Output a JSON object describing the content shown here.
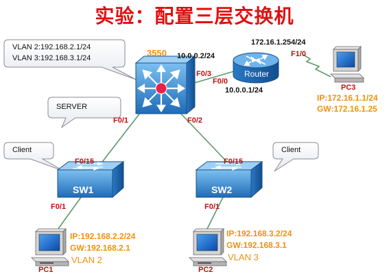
{
  "title": "实验：配置三层交换机",
  "core_switch": {
    "model": "3550",
    "mgmt_ip": "10.0.0.2/24",
    "callout_vlans": [
      "VLAN 2:192.168.2.1/24",
      "VLAN 3:192.168.3.1/24"
    ],
    "callout_role": "SERVER"
  },
  "router": {
    "label": "Router",
    "wan_ip": "172.16.1.254/24",
    "lan_ip": "10.0.0.1/24"
  },
  "ports": {
    "core_f03": "F0/3",
    "core_f01": "F0/1",
    "core_f02": "F0/2",
    "router_f00": "F0/0",
    "router_f10": "F1/0",
    "sw1_f015": "F0/15",
    "sw1_f01": "F0/1",
    "sw2_f015": "F0/15",
    "sw2_f01": "F0/1"
  },
  "sw1": {
    "label": "SW1",
    "callout": "Client"
  },
  "sw2": {
    "label": "SW2",
    "callout": "Client"
  },
  "pc1": {
    "label": "PC1",
    "ip": "IP:192.168.2.2/24",
    "gw": "GW:192.168.2.1",
    "vlan": "VLAN 2"
  },
  "pc2": {
    "label": "PC2",
    "ip": "IP:192.168.3.2/24",
    "gw": "GW:192.168.3.1",
    "vlan": "VLAN 3"
  },
  "pc3": {
    "label": "PC3",
    "ip": "IP:172.16.1.1/24",
    "gw": "GW:172.16.1.25"
  },
  "colors": {
    "title": "#e01010",
    "port_label": "#c01010",
    "pc_text": "#f09010",
    "device_blue": "#3c8ed8",
    "link": "#5a9a6a"
  }
}
